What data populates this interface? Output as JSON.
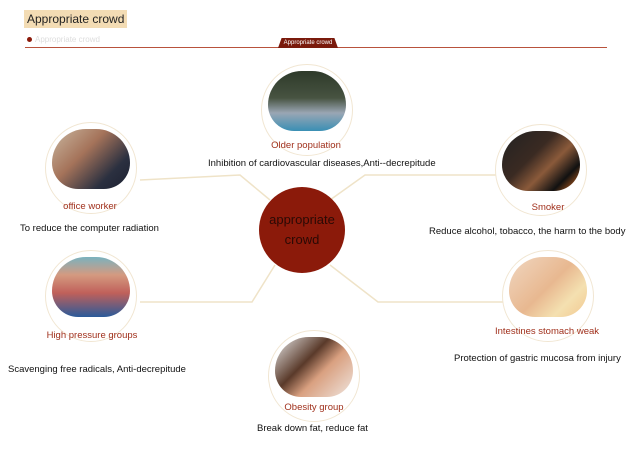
{
  "header": {
    "title": "Appropriate crowd",
    "subtitle": "Appropriate crowd",
    "tab": "Appropriate crowd"
  },
  "center": {
    "label": "appropriate crowd"
  },
  "groups": [
    {
      "name": "Older population",
      "benefit": "Inhibition of cardiovascular diseases,Anti--decrepitude"
    },
    {
      "name": "office worker",
      "benefit": "To reduce the computer radiation"
    },
    {
      "name": "Smoker",
      "benefit": "Reduce alcohol, tobacco, the harm to the body"
    },
    {
      "name": "High pressure groups",
      "benefit": "Scavenging free radicals,   Anti-decrepitude"
    },
    {
      "name": "Intestines stomach weak",
      "benefit": "Protection of gastric mucosa from injury"
    },
    {
      "name": "Obesity group",
      "benefit": "Break down fat, reduce fat"
    }
  ],
  "colors": {
    "accent": "#8b1a0a",
    "label": "#a0301c",
    "line": "#efe3c8"
  }
}
